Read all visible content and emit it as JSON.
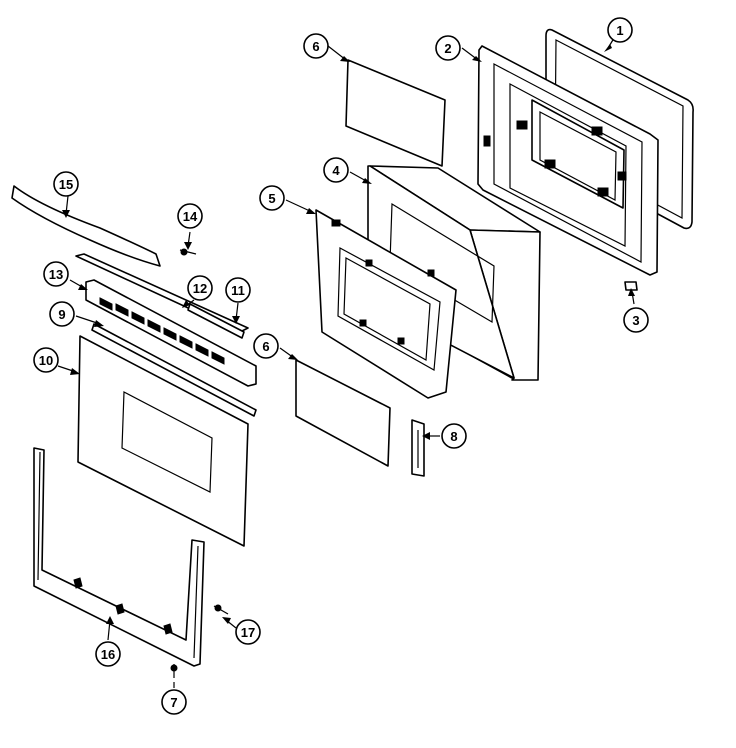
{
  "diagram": {
    "callouts": [
      {
        "id": "1",
        "label": "1"
      },
      {
        "id": "2",
        "label": "2"
      },
      {
        "id": "3",
        "label": "3"
      },
      {
        "id": "4",
        "label": "4"
      },
      {
        "id": "5",
        "label": "5"
      },
      {
        "id": "6a",
        "label": "6"
      },
      {
        "id": "6b",
        "label": "6"
      },
      {
        "id": "7",
        "label": "7"
      },
      {
        "id": "8",
        "label": "8"
      },
      {
        "id": "9",
        "label": "9"
      },
      {
        "id": "10",
        "label": "10"
      },
      {
        "id": "11",
        "label": "11"
      },
      {
        "id": "12",
        "label": "12"
      },
      {
        "id": "13",
        "label": "13"
      },
      {
        "id": "14",
        "label": "14"
      },
      {
        "id": "15",
        "label": "15"
      },
      {
        "id": "16",
        "label": "16"
      },
      {
        "id": "17",
        "label": "17"
      }
    ]
  }
}
